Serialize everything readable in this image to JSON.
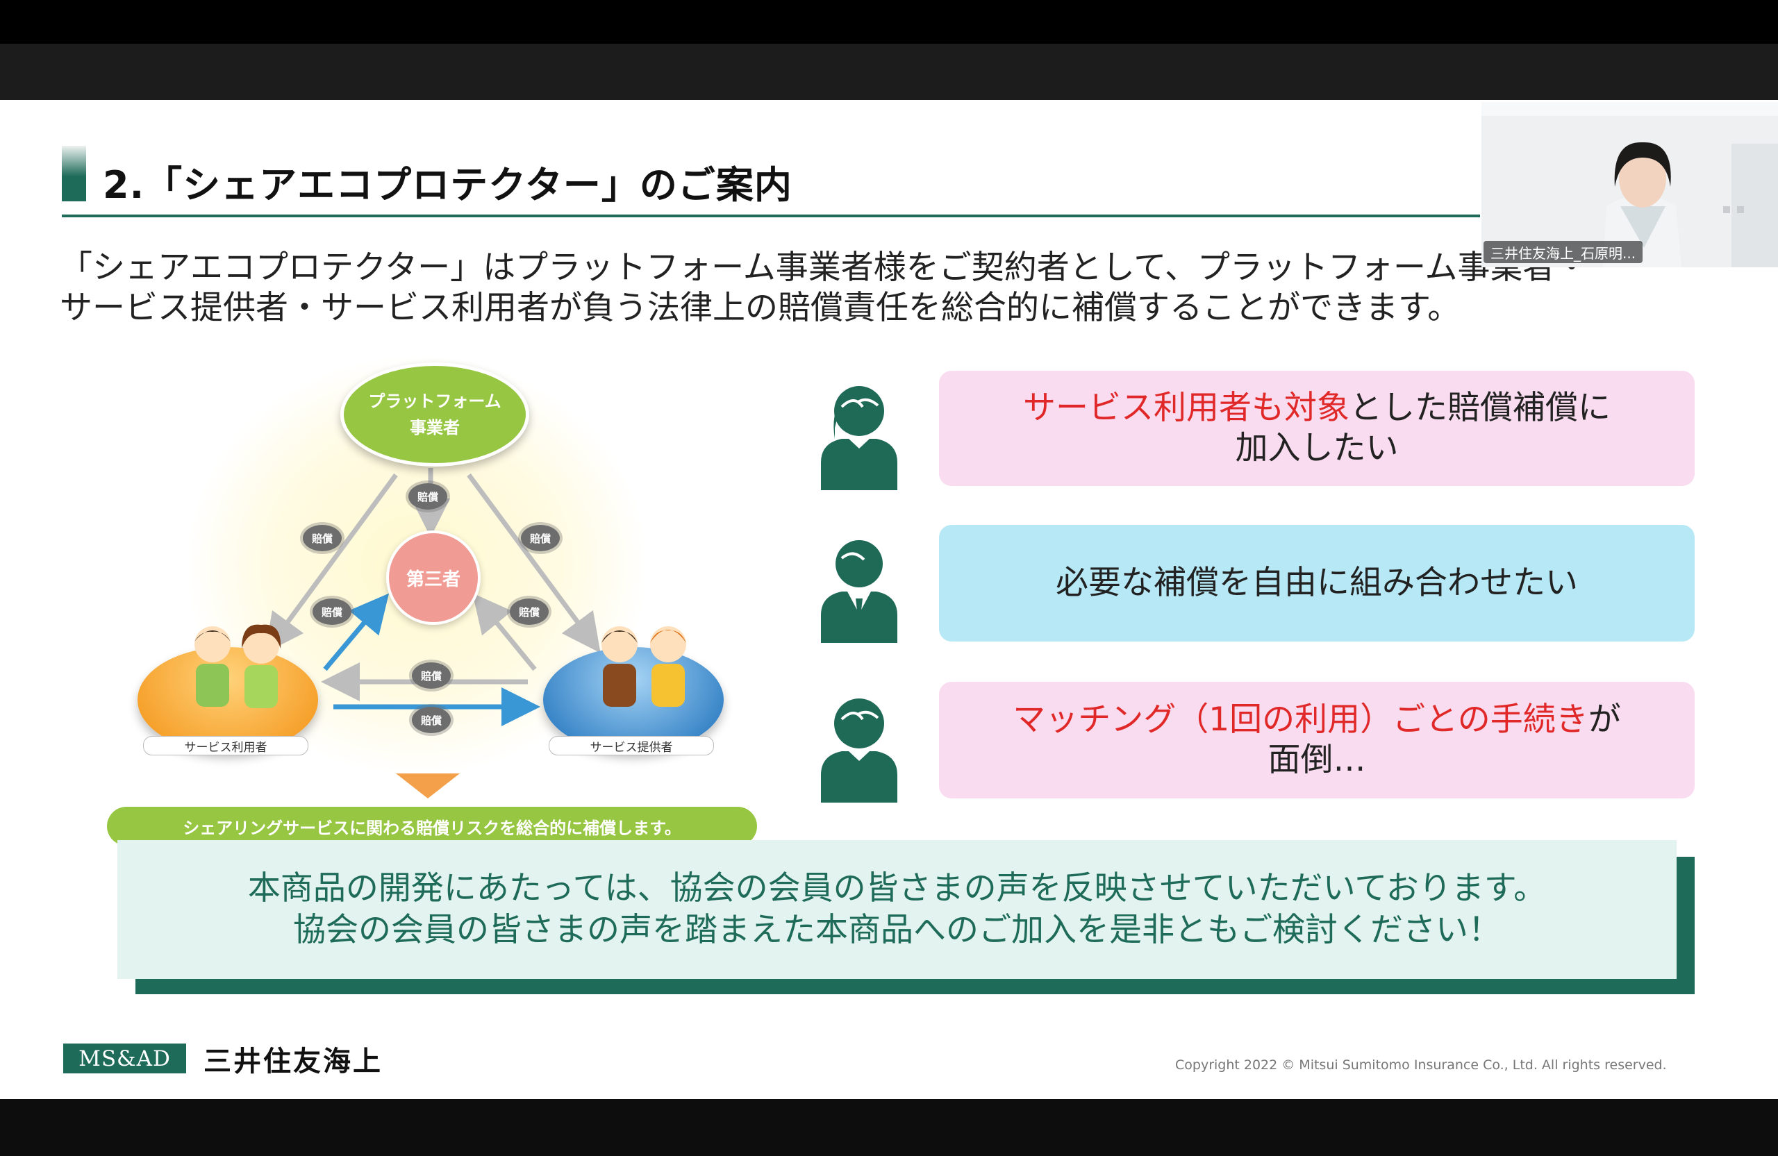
{
  "slide": {
    "title": "2.「シェアエコプロテクター」のご案内",
    "description_lines": [
      "「シェアエコプロテクター」はプラットフォーム事業者様をご契約者として、プラットフォーム事業者・",
      "サービス提供者・サービス利用者が負う法律上の賠償責任を総合的に補償することができます。"
    ],
    "diagram": {
      "platform_line1": "プラットフォーム",
      "platform_line2": "事業者",
      "third_party": "第三者",
      "badge": "賠償",
      "user_label": "サービス利用者",
      "provider_label": "サービス提供者",
      "summary": "シェアリングサービスに関わる賠償リスクを総合的に補償します。"
    },
    "voices": [
      {
        "highlight": "サービス利用者も対象",
        "rest": "とした賠償補償に",
        "line2": "加入したい"
      },
      {
        "text": "必要な補償を自由に組み合わせたい"
      },
      {
        "highlight": "マッチング（1回の利用）ごとの手続き",
        "rest": "が",
        "line2": "面倒…"
      }
    ],
    "feedback_lines": [
      "本商品の開発にあたっては、協会の会員の皆さまの声を反映させていただいております。",
      "協会の会員の皆さまの声を踏まえた本商品へのご加入を是非ともご検討ください！"
    ],
    "footer": {
      "logo": "MS&AD",
      "company": "三井住友海上",
      "copyright": "Copyright 2022 © Mitsui Sumitomo Insurance Co., Ltd. All rights reserved."
    }
  },
  "webcam": {
    "participant_name": "三井住友海上_石原明..."
  },
  "colors": {
    "brand_green": "#1e6b59",
    "highlight_red": "#e02828",
    "bubble_pink": "#f9dcef",
    "bubble_blue": "#b7e8f6"
  }
}
